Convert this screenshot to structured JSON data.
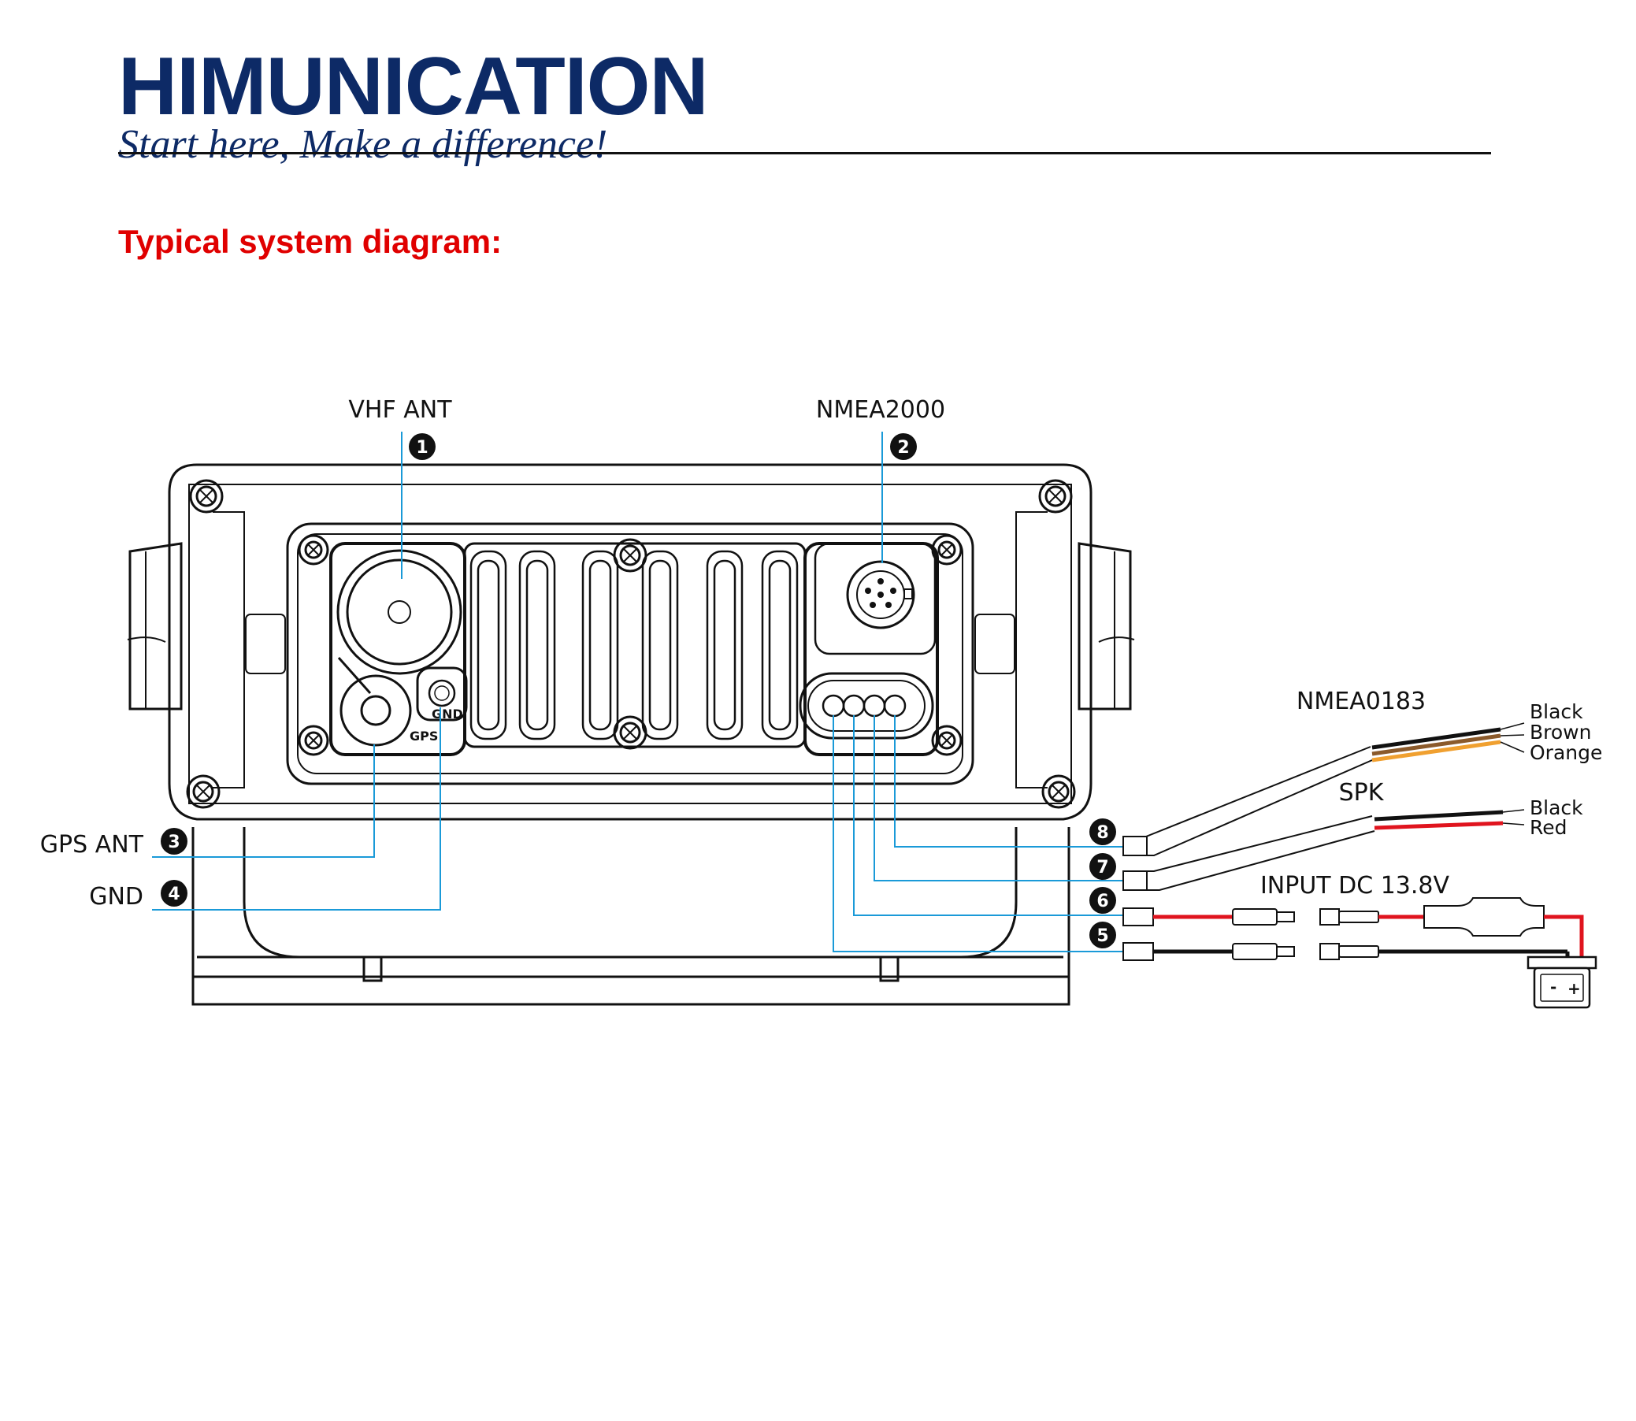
{
  "brand": {
    "name": "HIMUNICATION",
    "tagline": "Start here, Make a difference!"
  },
  "section": {
    "heading": "Typical system diagram:"
  },
  "diagram": {
    "panel_labels": {
      "gps": "GPS",
      "gnd": "GND"
    },
    "callouts": [
      {
        "id": "1",
        "label": "VHF ANT"
      },
      {
        "id": "2",
        "label": "NMEA2000"
      },
      {
        "id": "3",
        "label": "GPS ANT"
      },
      {
        "id": "4",
        "label": "GND"
      },
      {
        "id": "5",
        "label": ""
      },
      {
        "id": "6",
        "label": ""
      },
      {
        "id": "7",
        "label": ""
      },
      {
        "id": "8",
        "label": ""
      }
    ],
    "cables": {
      "nmea0183": {
        "label": "NMEA0183",
        "wires": [
          "Black",
          "Brown",
          "Orange"
        ]
      },
      "spk": {
        "label": "SPK",
        "wires": [
          "Black",
          "Red"
        ]
      },
      "power": {
        "label": "INPUT DC 13.8V"
      }
    },
    "battery": {
      "minus": "-",
      "plus": "+"
    }
  },
  "colors": {
    "brand": "#0d2a66",
    "heading": "#e00000",
    "leader": "#1a9ad8",
    "wire_red": "#e0141e",
    "wire_black": "#111111",
    "wire_brown": "#8b5a2b",
    "wire_orange": "#f0a030"
  }
}
